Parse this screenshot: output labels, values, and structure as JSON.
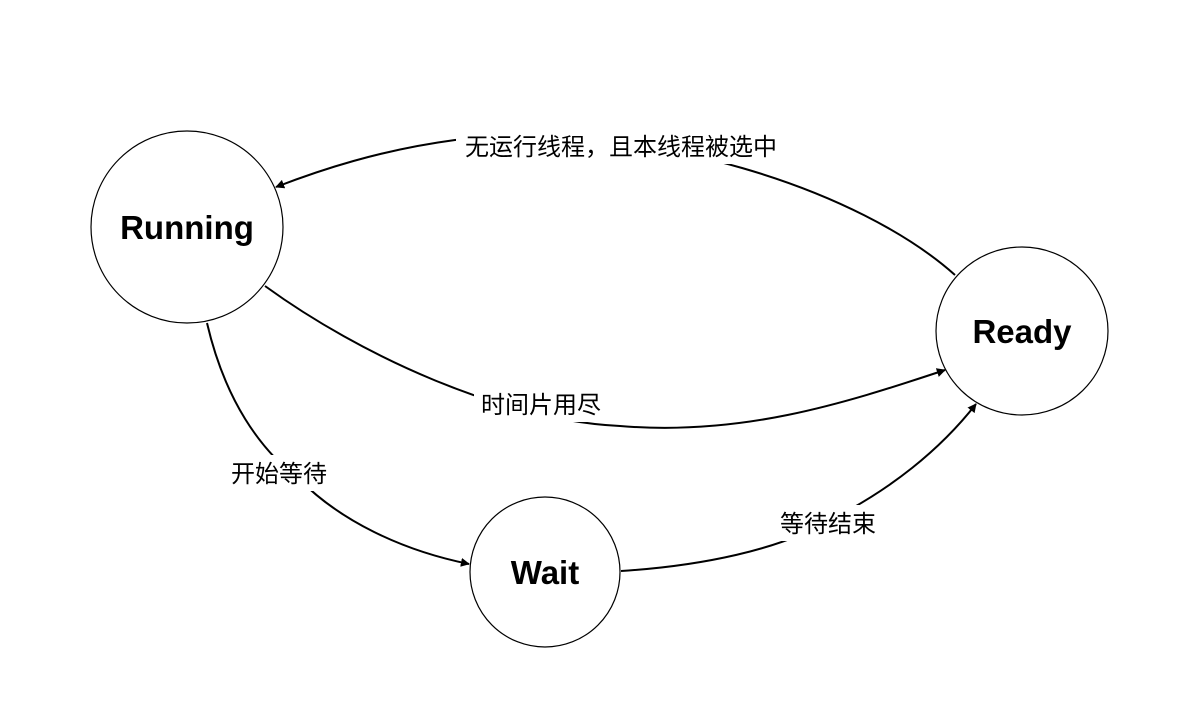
{
  "diagram": {
    "title": "Thread state transitions",
    "colors": {
      "stroke": "#000000",
      "fill": "#ffffff",
      "text": "#000000"
    },
    "nodes": [
      {
        "id": "running",
        "label": "Running"
      },
      {
        "id": "ready",
        "label": "Ready"
      },
      {
        "id": "wait",
        "label": "Wait"
      }
    ],
    "edges": [
      {
        "id": "ready-to-running",
        "from": "ready",
        "to": "running",
        "label": "无运行线程，且本线程被选中"
      },
      {
        "id": "running-to-ready",
        "from": "running",
        "to": "ready",
        "label": "时间片用尽"
      },
      {
        "id": "running-to-wait",
        "from": "running",
        "to": "wait",
        "label": "开始等待"
      },
      {
        "id": "wait-to-ready",
        "from": "wait",
        "to": "ready",
        "label": "等待结束"
      }
    ]
  }
}
